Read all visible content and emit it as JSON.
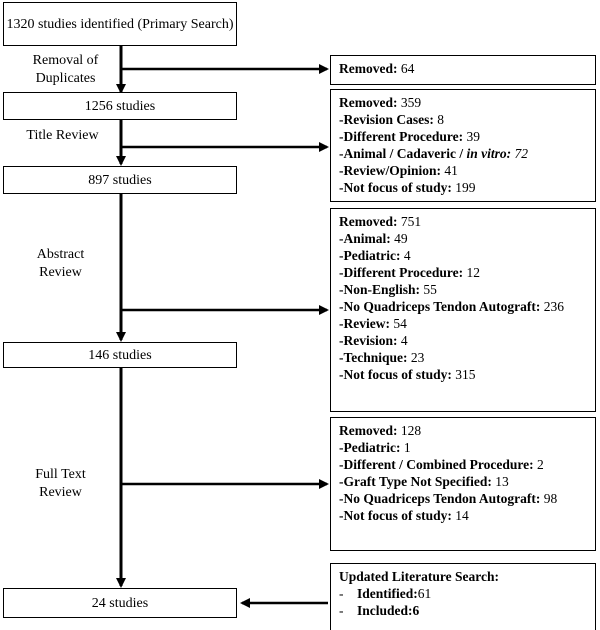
{
  "stages": [
    {
      "label": "1320 studies identified (Primary Search)"
    },
    {
      "label": "1256 studies"
    },
    {
      "label": "897 studies"
    },
    {
      "label": "146 studies"
    },
    {
      "label": "24 studies"
    }
  ],
  "steps": [
    {
      "label": "Removal of Duplicates"
    },
    {
      "label": "Title Review"
    },
    {
      "label": "Abstract Review"
    },
    {
      "label": "Full Text Review"
    }
  ],
  "exclusions": [
    {
      "heading": "Removed:",
      "total": " 64",
      "items": []
    },
    {
      "heading": "Removed:",
      "total": " 359",
      "items": [
        {
          "name": "-Revision Cases:",
          "count": " 8"
        },
        {
          "name": "-Different Procedure:",
          "count": " 39"
        },
        {
          "name": "-Animal / Cadaveric / ",
          "name_italic": "in vitro:",
          "count": " 72"
        },
        {
          "name": "-Review/Opinion:",
          "count": " 41"
        },
        {
          "name": "-Not focus of study:",
          "count": " 199"
        }
      ]
    },
    {
      "heading": "Removed:",
      "total": " 751",
      "items": [
        {
          "name": "-Animal:",
          "count": " 49"
        },
        {
          "name": "-Pediatric:",
          "count": " 4"
        },
        {
          "name": "-Different Procedure:",
          "count": " 12"
        },
        {
          "name": "-Non-English:",
          "count": " 55"
        },
        {
          "name": "-No Quadriceps Tendon Autograft:",
          "count": " 236"
        },
        {
          "name": "-Review:",
          "count": " 54"
        },
        {
          "name": "-Revision:",
          "count": " 4"
        },
        {
          "name": "-Technique:",
          "count": " 23"
        },
        {
          "name": "-Not focus of study:",
          "count": " 315"
        }
      ]
    },
    {
      "heading": "Removed:",
      "total": " 128",
      "items": [
        {
          "name": "-Pediatric:",
          "count": " 1"
        },
        {
          "name": "-Different / Combined Procedure:",
          "count": " 2"
        },
        {
          "name": "-Graft Type Not Specified:",
          "count": " 13"
        },
        {
          "name": "-No Quadriceps Tendon Autograft:",
          "count": " 98"
        },
        {
          "name": "-Not focus of study:",
          "count": " 14"
        }
      ]
    }
  ],
  "updated_search": {
    "heading": "Updated Literature Search:",
    "items": [
      {
        "dash": "-",
        "name": "Identified:",
        "count": " 61"
      },
      {
        "dash": "-",
        "name": "Included:",
        "count": " 6"
      }
    ]
  }
}
